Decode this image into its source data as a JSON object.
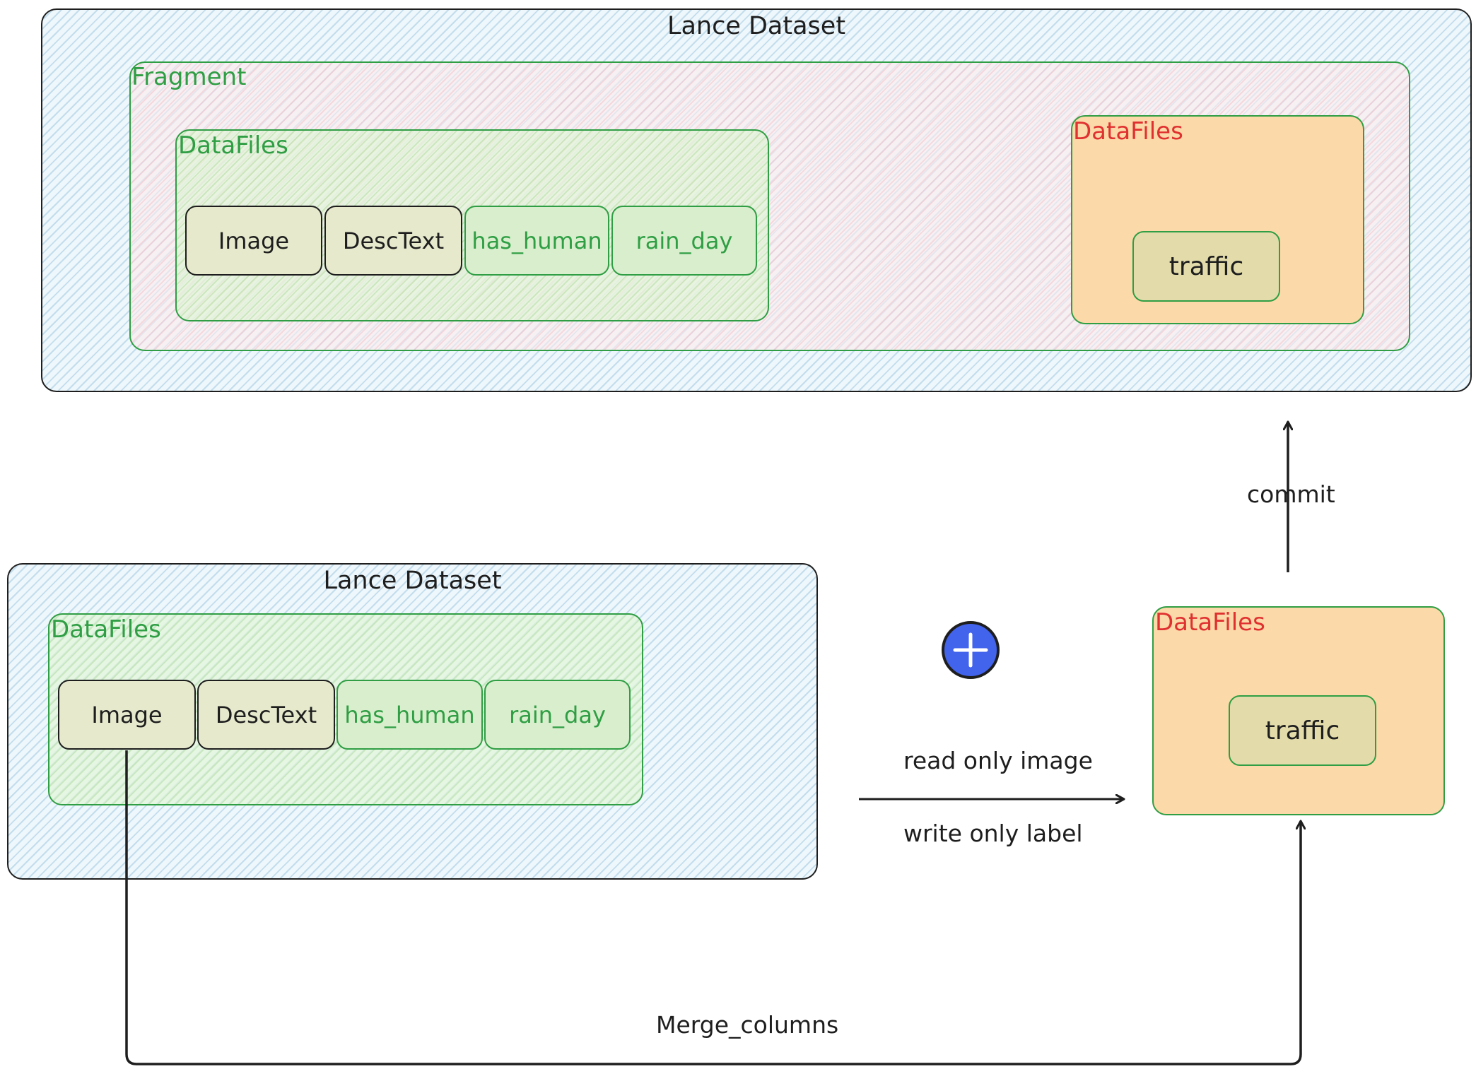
{
  "top_dataset": {
    "title": "Lance Dataset",
    "fragment": {
      "label": "Fragment",
      "datafiles_existing": {
        "label": "DataFiles",
        "columns": [
          "Image",
          "DescText",
          "has_human",
          "rain_day"
        ]
      },
      "datafiles_new": {
        "label": "DataFiles",
        "columns": [
          "traffic"
        ]
      }
    }
  },
  "bottom_dataset": {
    "title": "Lance Dataset",
    "datafiles": {
      "label": "DataFiles",
      "columns": [
        "Image",
        "DescText",
        "has_human",
        "rain_day"
      ]
    }
  },
  "new_datafiles": {
    "label": "DataFiles",
    "columns": [
      "traffic"
    ]
  },
  "edges": {
    "read": "read only image",
    "write": "write only label",
    "commit": "commit",
    "merge": "Merge_columns"
  },
  "colors": {
    "green": "#2f9e44",
    "red": "#e03131",
    "orange_fill": "#fcd9a8",
    "plus_fill": "#4263eb"
  },
  "icons": [
    "plus-icon"
  ]
}
